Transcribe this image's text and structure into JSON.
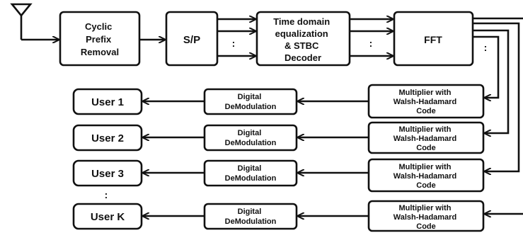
{
  "blocks": {
    "cp_removal": [
      "Cyclic",
      "Prefix",
      "Removal"
    ],
    "sp": [
      "S/P"
    ],
    "equalizer": [
      "Time domain",
      "equalization",
      "& STBC",
      "Decoder"
    ],
    "fft": [
      "FFT"
    ]
  },
  "branches": [
    {
      "user": "User 1",
      "demod": [
        "Digital",
        "DeModulation"
      ],
      "multiplier": [
        "Multiplier with",
        "Walsh-Hadamard",
        "Code"
      ]
    },
    {
      "user": "User 2",
      "demod": [
        "Digital",
        "DeModulation"
      ],
      "multiplier": [
        "Multiplier with",
        "Walsh-Hadamard",
        "Code"
      ]
    },
    {
      "user": "User 3",
      "demod": [
        "Digital",
        "DeModulation"
      ],
      "multiplier": [
        "Multiplier with",
        "Walsh-Hadamard",
        "Code"
      ]
    },
    {
      "user": "User K",
      "demod": [
        "Digital",
        "DeModulation"
      ],
      "multiplier": [
        "Multiplier with",
        "Walsh-Hadamard",
        "Code"
      ]
    }
  ],
  "ellipsis": ":"
}
